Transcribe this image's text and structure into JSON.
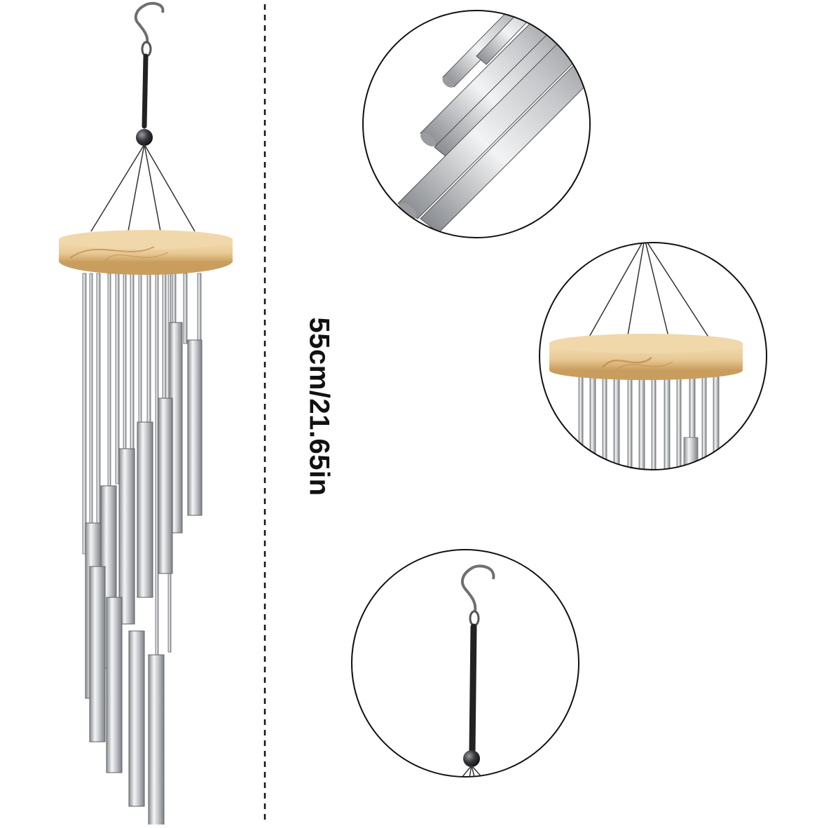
{
  "product": {
    "dimension_label": "55cm/21.65in"
  },
  "detail_views": [
    "tubes-closeup",
    "wood-top-closeup",
    "hook-closeup"
  ],
  "colors": {
    "background": "#ffffff",
    "wood": "#e9cf9f",
    "metal": "#c7c9cc",
    "line": "#111111"
  }
}
